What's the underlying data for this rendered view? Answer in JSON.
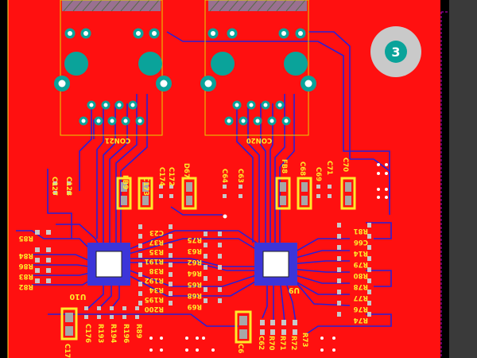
{
  "colors": {
    "copper": "#ff1010",
    "background": "#000000",
    "silkscreen": "#ffea2a",
    "trace": "#2a1fd6",
    "pad": "#c8c8c8",
    "via": "#0aa39a"
  },
  "mounting_hole": {
    "label": "3"
  },
  "connectors": {
    "left": "CON21",
    "right": "CON20"
  },
  "ics": {
    "left": "U10",
    "right": "U9"
  },
  "labels": {
    "c127": "C127",
    "c128": "C128",
    "fb9": "FB9",
    "c173": "C173",
    "c174": "C174",
    "c172": "C172",
    "d67": "D67",
    "c64": "C64",
    "c63": "C63",
    "fb8": "FB8",
    "c68": "C68",
    "c69": "C69",
    "c71": "C71",
    "c70": "C70",
    "r85": "R85",
    "r84": "R84",
    "r86": "R86",
    "r83": "R83",
    "r82": "R82",
    "c23": "C23",
    "r37": "R37",
    "r35": "R35",
    "r191": "R191",
    "r38": "R38",
    "r192": "R192",
    "r34": "R34",
    "r195": "R195",
    "r200": "R200",
    "r75": "R75",
    "r63": "R63",
    "r62": "R62",
    "r64": "R64",
    "r65": "R65",
    "r68": "R68",
    "r69": "R69",
    "r81": "R81",
    "c66": "C66",
    "r14": "R14",
    "r79": "R79",
    "r80": "R80",
    "r78": "R78",
    "r77": "R77",
    "r76": "R76",
    "r74": "R74",
    "c176": "C176",
    "r193": "R193",
    "r194": "R194",
    "r196": "R196",
    "r89": "R89",
    "c17": "C17",
    "c62": "C62",
    "c6": "C6",
    "r70": "R70",
    "r71": "R71",
    "r72": "R72",
    "r73": "R73"
  }
}
